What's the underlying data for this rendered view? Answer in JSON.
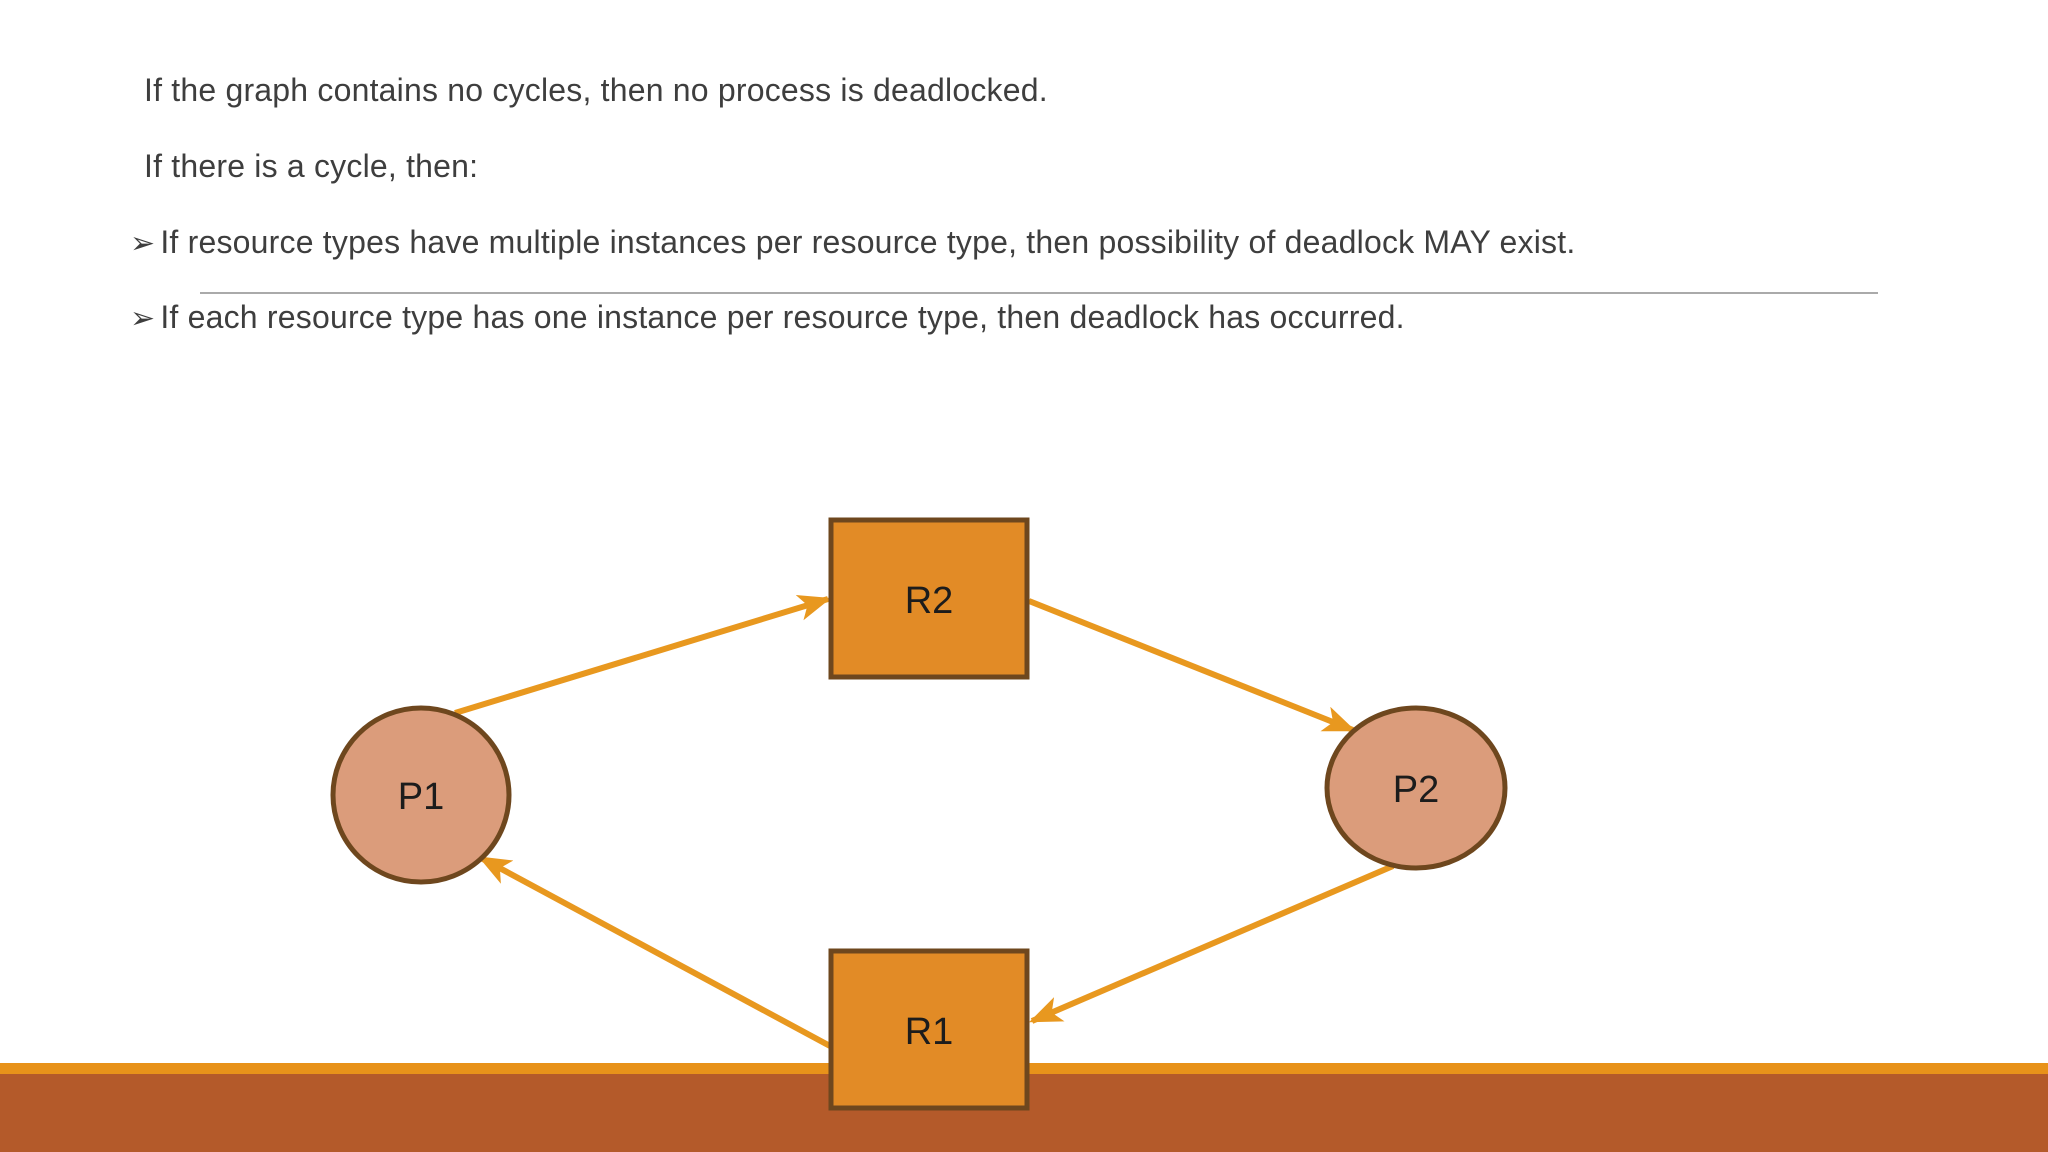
{
  "slide": {
    "background": "#FFFFFF",
    "text_color": "#3E3E3E",
    "divider_color": "#AAAAAA",
    "lines": [
      {
        "bullet": "",
        "text": "If the graph contains no cycles, then no process is deadlocked."
      },
      {
        "bullet": "",
        "text": "If there is a cycle, then:"
      },
      {
        "bullet": "➢",
        "text": "If resource types have multiple instances per resource type, then possibility of deadlock MAY exist."
      },
      {
        "bullet": "➢",
        "text": "If each resource type has one instance per resource type, then deadlock has occurred."
      }
    ]
  },
  "diagram": {
    "type": "resource-allocation-graph",
    "nodes": [
      {
        "id": "P1",
        "label": "P1",
        "shape": "circle",
        "kind": "process"
      },
      {
        "id": "P2",
        "label": "P2",
        "shape": "circle",
        "kind": "process"
      },
      {
        "id": "R1",
        "label": "R1",
        "shape": "rect",
        "kind": "resource"
      },
      {
        "id": "R2",
        "label": "R2",
        "shape": "rect",
        "kind": "resource"
      }
    ],
    "edges": [
      {
        "from": "P1",
        "to": "R2",
        "kind": "request"
      },
      {
        "from": "R2",
        "to": "P2",
        "kind": "assignment"
      },
      {
        "from": "P2",
        "to": "R1",
        "kind": "request"
      },
      {
        "from": "R1",
        "to": "P1",
        "kind": "assignment"
      }
    ]
  },
  "colors": {
    "process_fill": "#DB9C7B",
    "resource_fill": "#E28B26",
    "shape_border": "#6E471E",
    "arrow": "#E8981F",
    "footer_strip": "#E8921A",
    "footer_band": "#B45A2A"
  }
}
